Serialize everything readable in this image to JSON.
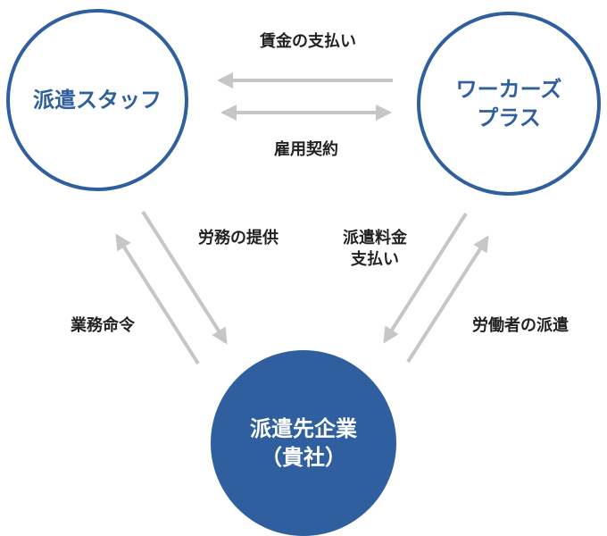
{
  "nodes": {
    "staff": {
      "label": "派遣スタッフ"
    },
    "workers": {
      "line1": "ワーカーズ",
      "line2": "プラス"
    },
    "client": {
      "line1": "派遣先企業",
      "line2": "（貴社）"
    }
  },
  "edges": {
    "wage_payment": "賃金の支払い",
    "employment_contract": "雇用契約",
    "labor_provision": "労務の提供",
    "work_order": "業務命令",
    "dispatch_fee_line1": "派遣料金",
    "dispatch_fee_line2": "支払い",
    "worker_dispatch": "労働者の派遣"
  },
  "colors": {
    "circle_stroke": "#2f5f9e",
    "circle_fill_primary": "#2f5f9e",
    "node_text": "#2f5f9e",
    "arrow": "#c6c6c6",
    "label_text": "#222222"
  }
}
